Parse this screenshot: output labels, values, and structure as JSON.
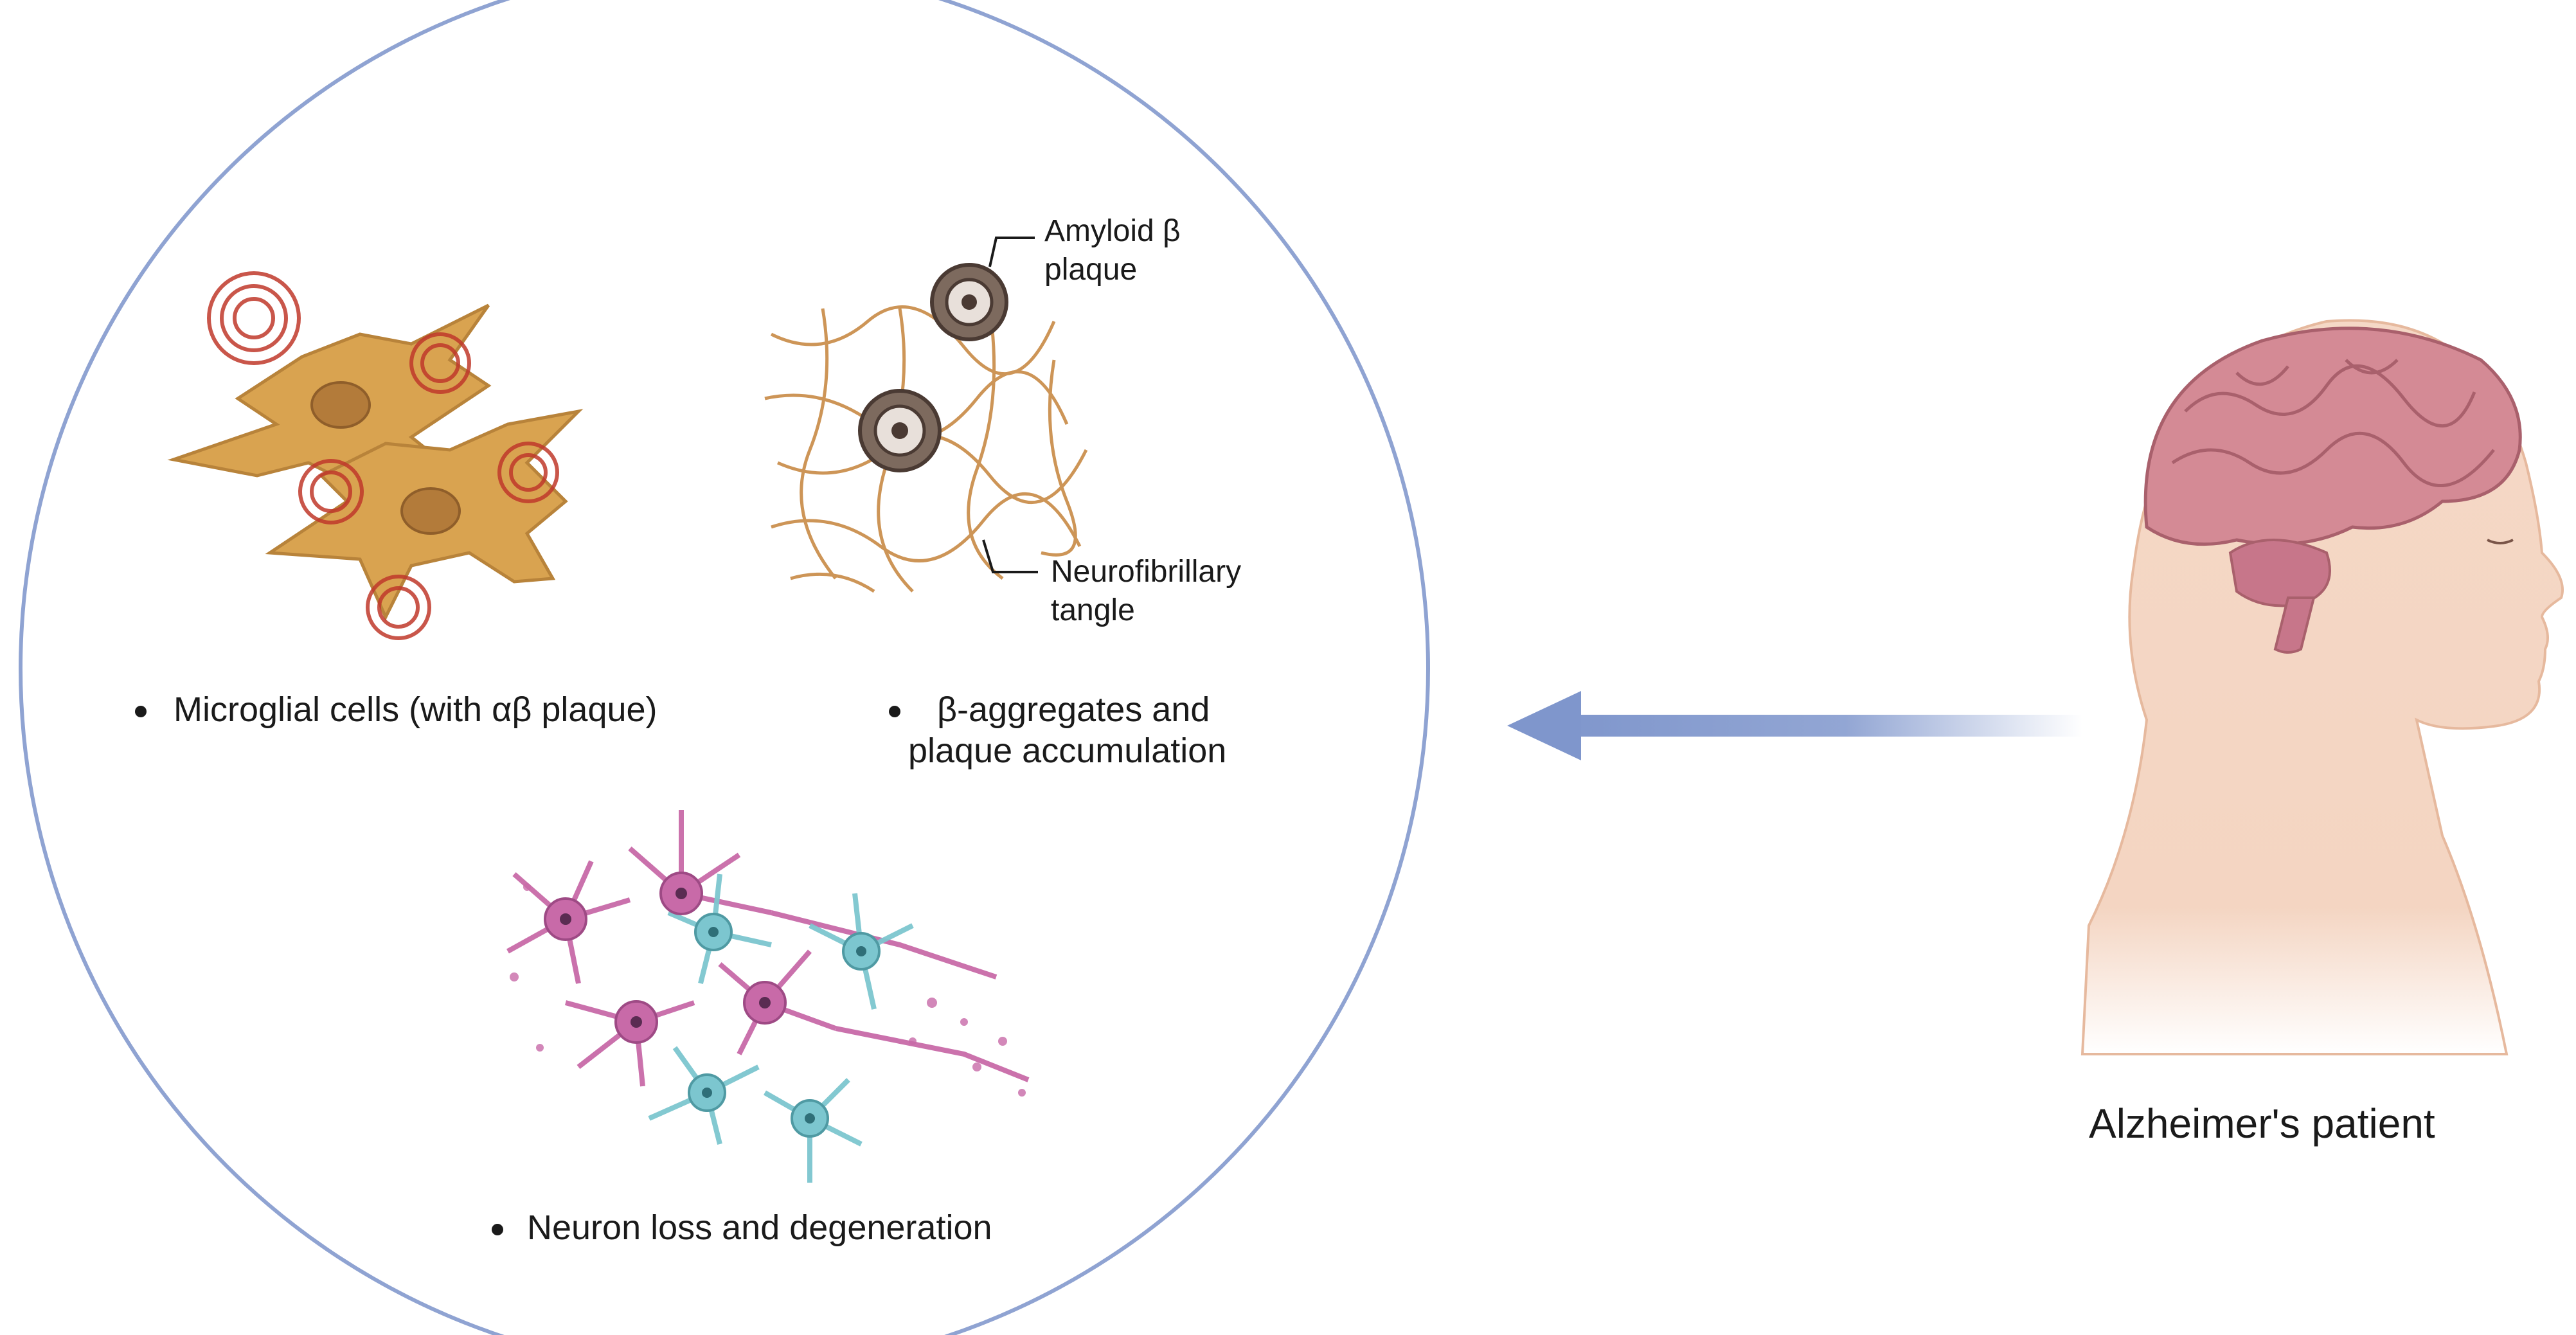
{
  "labels": {
    "microglia": "Microglial cells (with αβ plaque)",
    "aggregates_line1": "β-aggregates and",
    "aggregates_line2": "plaque accumulation",
    "neuron": "Neuron loss and degeneration",
    "amyloid_line1": "Amyloid β",
    "amyloid_line2": "plaque",
    "tangle_line1": "Neurofibrillary",
    "tangle_line2": "tangle",
    "patient": "Alzheimer's patient"
  },
  "colors": {
    "circle": "#8fa3d2",
    "arrow": "#7f96cc",
    "microglia_body": "#d9a350",
    "plaque_red": "#c0392b",
    "tangle": "#c88a45",
    "amyloid": "#5a4a42",
    "neuron_magenta": "#c86aa8",
    "neuron_cyan": "#7cc6cf",
    "skin": "#f7dccb",
    "brain": "#d48a95"
  },
  "icons": [
    "microglia-cells-icon",
    "tangle-network-icon",
    "neuron-cluster-icon",
    "patient-head-icon",
    "arrow-left-icon"
  ]
}
